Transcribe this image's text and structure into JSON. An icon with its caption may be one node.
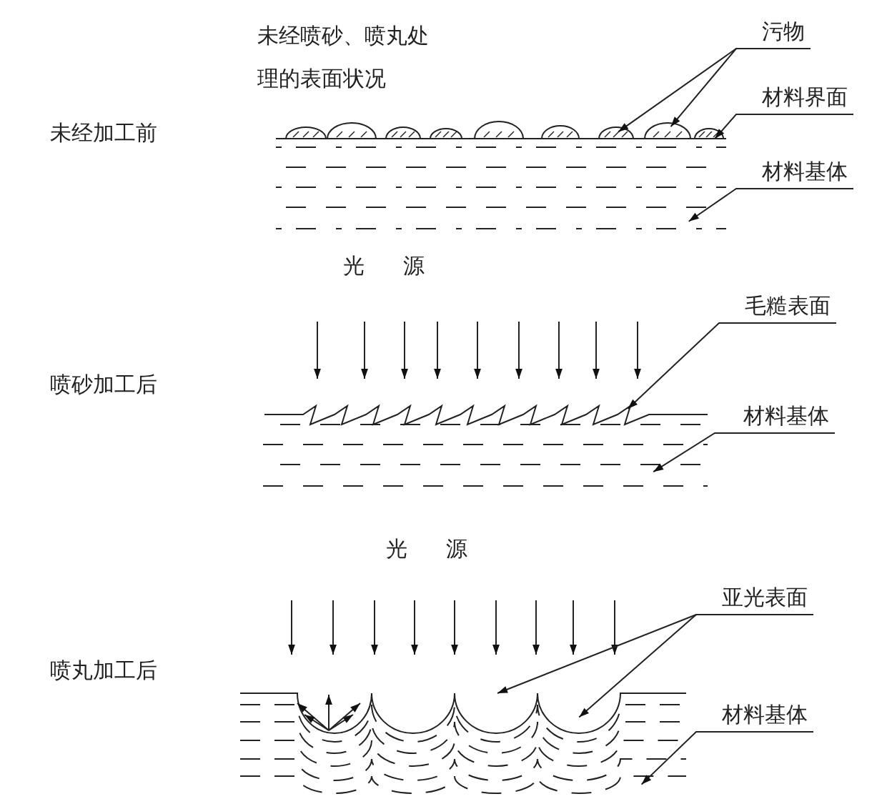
{
  "diagram": {
    "nodes": [
      {
        "text": [
          "污物"
        ]
      },
      {
        "text": [
          "材料界面"
        ]
      },
      {
        "text": [
          "材料基体"
        ]
      },
      {
        "text": [
          "毛糙表面"
        ]
      },
      {
        "text": [
          "材料基体"
        ]
      },
      {
        "text": [
          "亚光表面"
        ]
      },
      {
        "text": [
          "材料基体"
        ]
      },
      {
        "text": [],
        "shape": "picture"
      },
      {
        "text": [],
        "shape": "picture"
      },
      {
        "text": [],
        "shape": "picture"
      },
      {
        "text": [],
        "shape": "picture"
      },
      {
        "text": [],
        "shape": "picture"
      },
      {
        "text": [],
        "shape": "picture"
      },
      {
        "text": [],
        "shape": "picture"
      }
    ],
    "edges": [
      {
        "from": 0,
        "to": 9,
        "arrow": "to"
      },
      {
        "from": 0,
        "to": 9,
        "arrow": "to"
      },
      {
        "from": 1,
        "to": 10,
        "arrow": "to"
      },
      {
        "from": 2,
        "to": 11,
        "arrow": "to"
      },
      {
        "from": 3,
        "to": 7,
        "arrow": "to"
      },
      {
        "from": 4,
        "to": 12,
        "arrow": "to"
      },
      {
        "from": 5,
        "to": 8,
        "arrow": "to"
      },
      {
        "from": 5,
        "to": 8,
        "arrow": "to"
      },
      {
        "from": 6,
        "to": 13,
        "arrow": "to"
      }
    ],
    "labels": [
      "未经喷砂、喷丸处理的表面状况",
      "未经加工前",
      "光 源",
      "喷砂加工后",
      "光 源",
      "喷丸加工后"
    ]
  }
}
